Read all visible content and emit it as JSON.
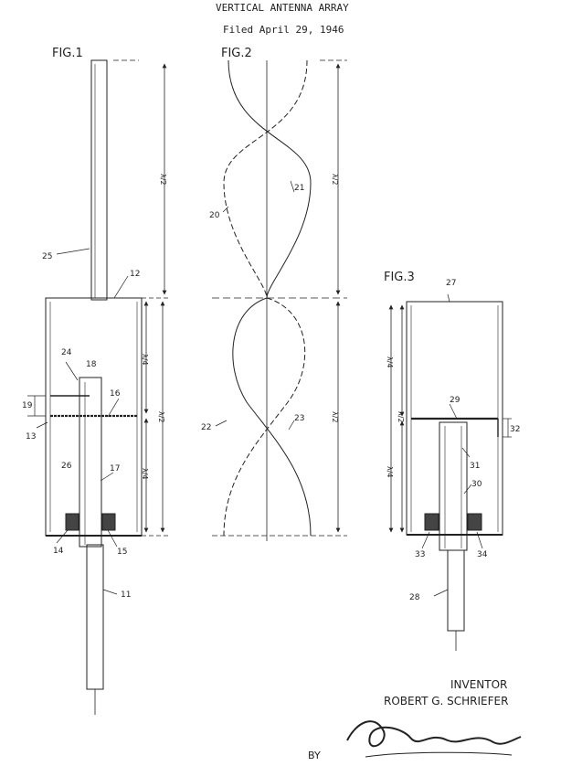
{
  "header": {
    "title": "VERTICAL ANTENNA ARRAY",
    "filed": "Filed April 29, 1946"
  },
  "figures": {
    "fig1": "FIG.1",
    "fig2": "FIG.2",
    "fig3": "FIG.3"
  },
  "dimensions": {
    "half_wave": "λ/2",
    "quarter_wave": "λ/4"
  },
  "reference_numerals": {
    "n11": "11",
    "n12": "12",
    "n13": "13",
    "n14": "14",
    "n15": "15",
    "n16": "16",
    "n17": "17",
    "n18": "18",
    "n19": "19",
    "n20": "20",
    "n21": "21",
    "n22": "22",
    "n23": "23",
    "n24": "24",
    "n25": "25",
    "n26": "26",
    "n27": "27",
    "n28": "28",
    "n29": "29",
    "n30": "30",
    "n31": "31",
    "n32": "32",
    "n33": "33",
    "n34": "34"
  },
  "inventor": {
    "heading": "INVENTOR",
    "name": "ROBERT G. SCHRIEFER",
    "by": "BY"
  },
  "colors": {
    "ink": "#222222",
    "paper": "#ffffff"
  }
}
